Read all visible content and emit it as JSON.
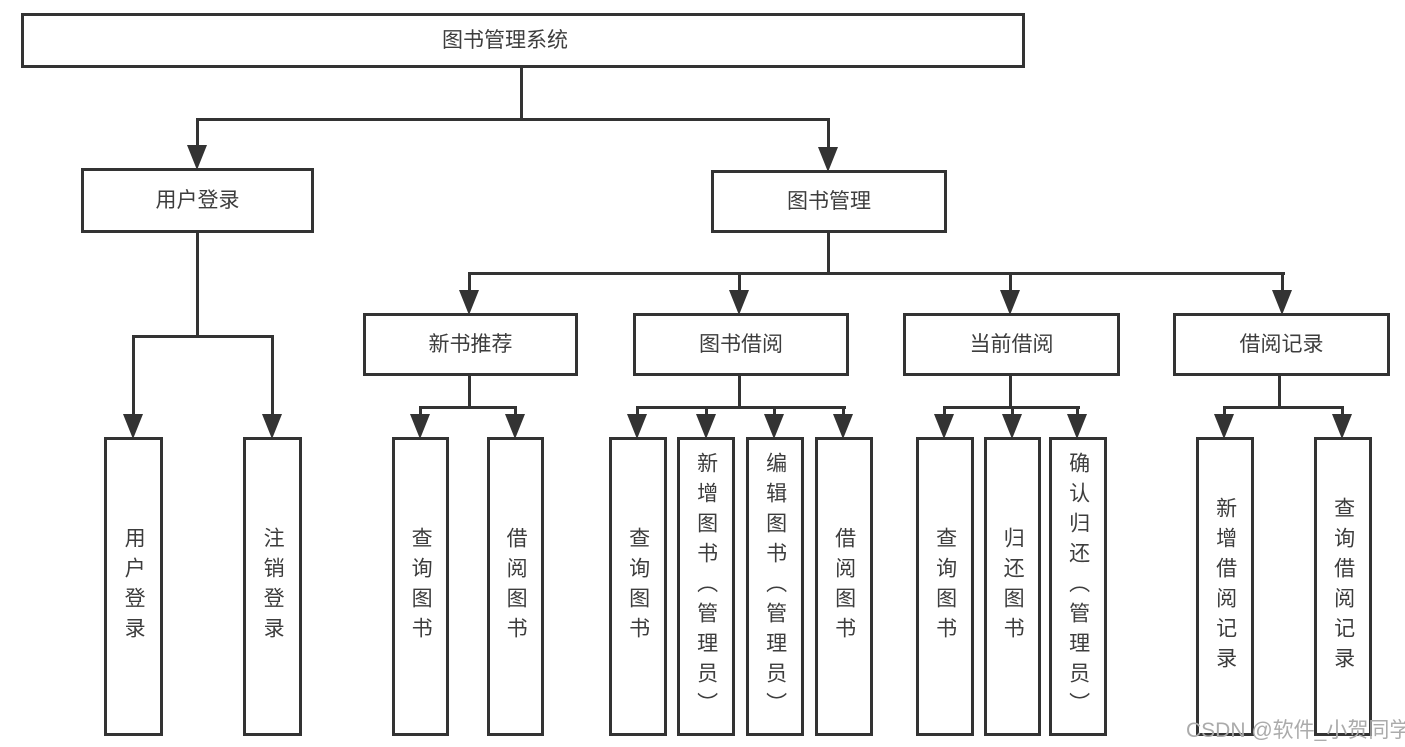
{
  "root": {
    "label": "图书管理系统"
  },
  "level2": {
    "user_login": {
      "label": "用户登录"
    },
    "book_management": {
      "label": "图书管理"
    }
  },
  "level3": {
    "new_book_recommend": {
      "label": "新书推荐"
    },
    "book_borrow": {
      "label": "图书借阅"
    },
    "current_borrow": {
      "label": "当前借阅"
    },
    "borrow_records": {
      "label": "借阅记录"
    }
  },
  "level4": {
    "user_login": {
      "label": "用户登录"
    },
    "logout": {
      "label": "注销登录"
    },
    "nb_query_books": {
      "label": "查询图书"
    },
    "nb_borrow_books": {
      "label": "借阅图书"
    },
    "bb_query_books": {
      "label": "查询图书"
    },
    "bb_add_books": {
      "label": "新增图书（管理员）"
    },
    "bb_edit_books": {
      "label": "编辑图书（管理员）"
    },
    "bb_borrow_books": {
      "label": "借阅图书"
    },
    "cb_query_books": {
      "label": "查询图书"
    },
    "cb_return_books": {
      "label": "归还图书"
    },
    "cb_confirm_return": {
      "label": "确认归还（管理员）"
    },
    "br_add_record": {
      "label": "新增借阅记录"
    },
    "br_query_record": {
      "label": "查询借阅记录"
    }
  },
  "watermark": {
    "text": "CSDN @软件_小贺同学"
  },
  "colors": {
    "line": "#333333",
    "text": "#3d3d3d",
    "background": "#ffffff",
    "watermark": "#ababab"
  }
}
